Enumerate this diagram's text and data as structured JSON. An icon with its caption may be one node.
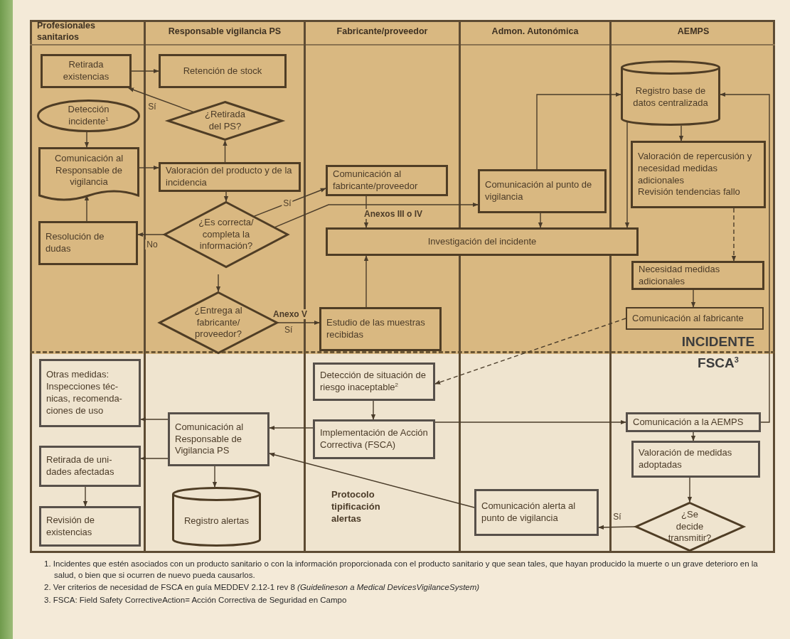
{
  "diagram": {
    "nodes": [
      {
        "text": [
          "Profesionales sanitarios"
        ]
      },
      {
        "text": [
          "Responsable vigilancia PS"
        ]
      },
      {
        "text": [
          "Fabricante/proveedor"
        ]
      },
      {
        "text": [
          "Admon. Autonómica"
        ]
      },
      {
        "text": [
          "AEMPS"
        ]
      },
      {
        "text": [
          "Retirada existencias"
        ],
        "in": 0
      },
      {
        "text": [
          "Retención de stock"
        ],
        "in": 1
      },
      {
        "text": [
          "Detección incidente$^{1}$"
        ],
        "in": 0
      },
      {
        "text": [
          "¿Retirada del PS?"
        ],
        "in": 1
      },
      {
        "text": [
          "Registro base de datos centralizada"
        ],
        "in": 4
      },
      {
        "text": [
          "Comunicación al Responsable de vigilancia"
        ],
        "in": 0
      },
      {
        "text": [
          "Valoración del producto y de la incidencia"
        ],
        "in": 1
      },
      {
        "text": [
          "Comunicación al fabricante/proveedor"
        ],
        "in": 2
      },
      {
        "text": [
          "Comunicación al punto de vigilancia"
        ],
        "in": 3
      },
      {
        "text": [
          "Valoración de repercusión y necesidad medidas adicionales",
          "Revisión tendencias fallo"
        ],
        "in": 4
      },
      {
        "text": [
          "¿Es correcta/ completa la información?"
        ],
        "in": 1
      },
      {
        "text": [
          "Resolución de dudas"
        ],
        "in": 0
      },
      {
        "text": [
          "Investigación del incidente"
        ]
      },
      {
        "text": [
          "Necesidad medidas adicionales"
        ],
        "in": 4
      },
      {
        "text": [
          "Comunicación al fabricante"
        ],
        "in": 4
      },
      {
        "text": [
          "¿Entrega al fabricante/ proveedor?"
        ],
        "in": 1
      },
      {
        "text": [
          "Estudio de las muestras recibidas"
        ],
        "in": 2
      },
      {
        "text": [
          "Otras medidas: Inspecciones téc- nicas, recomenda- ciones de uso"
        ],
        "in": 0
      },
      {
        "text": [
          "Detección de situación de riesgo inaceptable$^{2}$"
        ],
        "in": 2
      },
      {
        "text": [
          "Comunicación al Responsable de Vigilancia PS"
        ],
        "in": 1
      },
      {
        "text": [
          "Implementación de Acción Correctiva (FSCA)"
        ],
        "in": 2
      },
      {
        "text": [
          "Comunicación a la AEMPS"
        ],
        "in": 4
      },
      {
        "text": [
          "Retirada de uni- dades afectadas"
        ],
        "in": 0
      },
      {
        "text": [
          "Valoración de medidas adoptadas"
        ],
        "in": 4
      },
      {
        "text": [
          "Registro alertas"
        ],
        "in": 1
      },
      {
        "text": [
          "Comunicación alerta al punto de vigilancia"
        ],
        "in": 3
      },
      {
        "text": [
          "¿Se decide transmitir?"
        ],
        "in": 4
      },
      {
        "text": [
          "Revisión de existencias"
        ],
        "in": 0
      }
    ],
    "edges": [
      {
        "from": 5,
        "to": 6,
        "arrow": "to"
      },
      {
        "from": 8,
        "to": 5,
        "arrow": "to",
        "label": "Sí"
      },
      {
        "from": 7,
        "to": 10,
        "arrow": "to"
      },
      {
        "from": 10,
        "to": 11,
        "arrow": "to"
      },
      {
        "from": 11,
        "to": 8,
        "arrow": "to"
      },
      {
        "from": 11,
        "to": 15,
        "arrow": "to"
      },
      {
        "from": 15,
        "to": 16,
        "arrow": "to",
        "label": "No"
      },
      {
        "from": 16,
        "to": 10,
        "arrow": "to"
      },
      {
        "from": 15,
        "to": 12,
        "arrow": "to",
        "label": "Sí"
      },
      {
        "from": 15,
        "to": 13,
        "arrow": "to",
        "label": "Anexos III o IV"
      },
      {
        "from": 12,
        "to": 17,
        "arrow": "to"
      },
      {
        "from": 13,
        "to": 17,
        "arrow": "to"
      },
      {
        "from": 13,
        "to": 9,
        "arrow": "to"
      },
      {
        "from": 9,
        "to": 17,
        "arrow": "to"
      },
      {
        "from": 9,
        "to": 14,
        "arrow": "to"
      },
      {
        "from": 14,
        "to": 18,
        "arrow": "to",
        "style": "dashed"
      },
      {
        "from": 18,
        "to": 19,
        "arrow": "to"
      },
      {
        "from": 21,
        "to": 17,
        "arrow": "to"
      },
      {
        "from": 20,
        "to": 21,
        "arrow": "to",
        "label": "Anexo V"
      },
      {
        "from": null,
        "to": 20,
        "arrow": "to"
      },
      {
        "from": 19,
        "to": 23,
        "arrow": "to",
        "style": "dashed"
      },
      {
        "from": 23,
        "to": 25,
        "arrow": "to"
      },
      {
        "from": 25,
        "to": 24,
        "arrow": "to"
      },
      {
        "from": 25,
        "to": 26,
        "arrow": "to"
      },
      {
        "from": 26,
        "to": 9,
        "arrow": "to"
      },
      {
        "from": 26,
        "to": 28,
        "arrow": "to"
      },
      {
        "from": 28,
        "to": 31,
        "arrow": "to"
      },
      {
        "from": 31,
        "to": 30,
        "arrow": "to",
        "label": "Sí"
      },
      {
        "from": 30,
        "to": 24,
        "arrow": "to"
      },
      {
        "from": 24,
        "to": 22,
        "arrow": "to"
      },
      {
        "from": 24,
        "to": 27,
        "arrow": "to"
      },
      {
        "from": 24,
        "to": 29,
        "arrow": "to"
      },
      {
        "from": 27,
        "to": 32,
        "arrow": "to"
      }
    ],
    "labels": [
      "Sí",
      "INCIDENTE",
      "FSCA$^{3}$",
      "Protocolo tipificación alertas",
      "1. Incidentes que estén asociados con un producto sanitario o con la información proporcionada con el producto sanitario y que sean tales, que hayan producido la muerte o un grave deterioro en la salud, o bien que si ocurren de nuevo pueda causarlos.",
      "2. Ver criterios de necesidad de FSCA en guía MEDDEV 2.12-1 rev 8 *(Guidelineson a Medical DevicesVigilanceSystem)*",
      "3. FSCA: Field Safety CorrectiveAction= Acción Correctiva de Seguridad en Campo"
    ]
  }
}
